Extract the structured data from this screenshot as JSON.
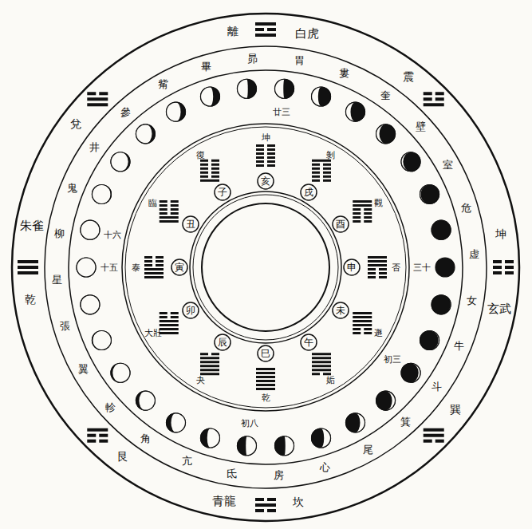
{
  "diagram": {
    "nodes": [
      {
        "text": [
          "子"
        ]
      },
      {
        "text": [
          "丑"
        ]
      },
      {
        "text": [
          "寅"
        ]
      },
      {
        "text": [
          "卯"
        ]
      },
      {
        "text": [
          "辰"
        ]
      },
      {
        "text": [
          "巳"
        ]
      },
      {
        "text": [
          "午"
        ]
      },
      {
        "text": [
          "未"
        ]
      },
      {
        "text": [
          "申"
        ]
      },
      {
        "text": [
          "酉"
        ]
      },
      {
        "text": [
          "戌"
        ]
      },
      {
        "text": [
          "亥"
        ]
      }
    ],
    "labels": [
      "朱雀",
      "白虎",
      "青龍",
      "玄武",
      "角",
      "亢",
      "氐",
      "房",
      "心",
      "尾",
      "箕",
      "斗",
      "牛",
      "女",
      "虚",
      "危",
      "室",
      "壁",
      "奎",
      "婁",
      "胃",
      "昴",
      "畢",
      "觜",
      "參",
      "井",
      "鬼",
      "柳",
      "星",
      "張",
      "翼",
      "軫",
      "乾",
      "兌",
      "離",
      "震",
      "坤",
      "巽",
      "坎",
      "艮",
      "復",
      "臨",
      "泰",
      "大壯",
      "夬",
      "乾",
      "姤",
      "遯",
      "否",
      "觀",
      "剝",
      "坤",
      "初三",
      "初八",
      "十五",
      "十六",
      "廿三",
      "三十"
    ]
  }
}
